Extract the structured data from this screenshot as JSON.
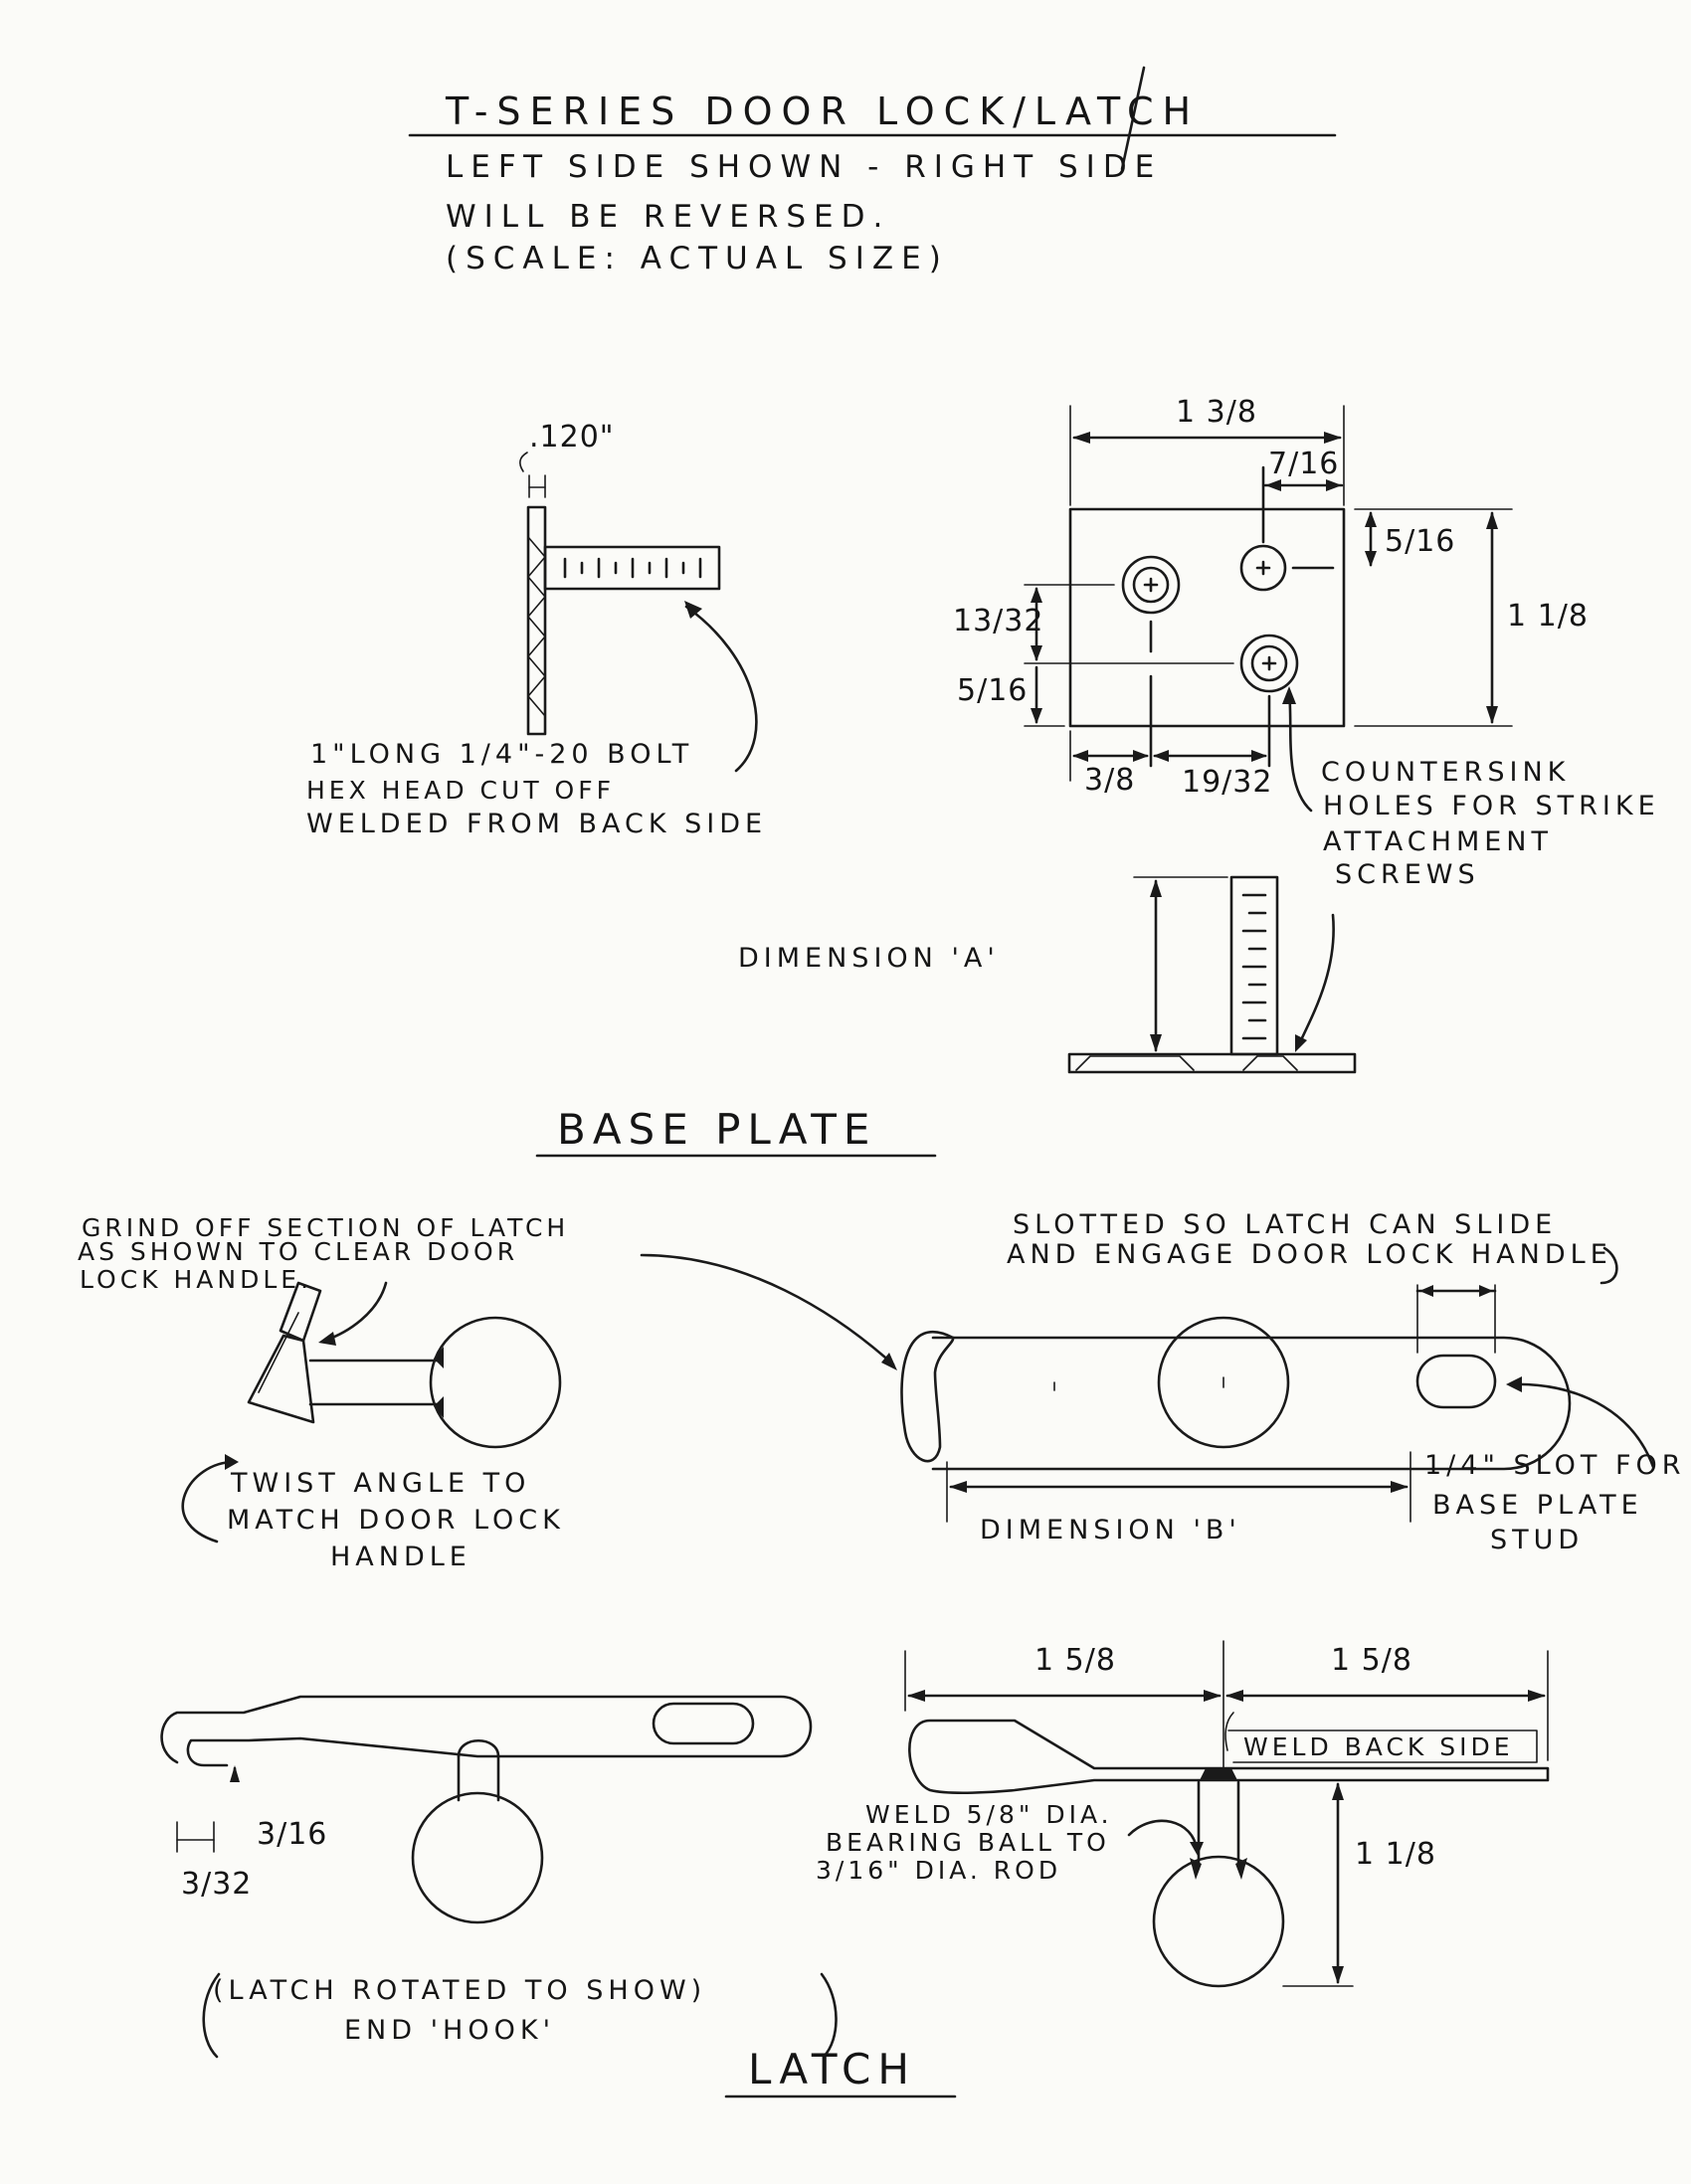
{
  "header": {
    "title": "T-SERIES DOOR LOCK/LATCH",
    "line1": "LEFT SIDE SHOWN - RIGHT SIDE",
    "line2": "WILL BE REVERSED.",
    "line3": "(SCALE: ACTUAL SIZE)"
  },
  "base_plate": {
    "section_title": "BASE PLATE",
    "thickness": ".120\"",
    "bolt_note": [
      "1\"LONG 1/4\"-20 BOLT",
      "HEX HEAD CUT OFF",
      "WELDED FROM BACK SIDE"
    ],
    "dim_width": "1 3/8",
    "dim_hole_offset": "7/16",
    "dim_top_offset": "5/16",
    "dim_height": "1 1/8",
    "dim_left_vertical_1": "13/32",
    "dim_left_vertical_2": "5/16",
    "dim_bottom_1": "3/8",
    "dim_bottom_2": "19/32",
    "countersink_note": [
      "COUNTERSINK",
      "HOLES FOR STRIKE",
      "ATTACHMENT",
      "SCREWS"
    ],
    "dimension_a": "DIMENSION 'A'"
  },
  "latch": {
    "section_title": "LATCH",
    "grind_note": [
      "GRIND OFF SECTION OF LATCH",
      "AS SHOWN TO CLEAR DOOR",
      "LOCK HANDLE."
    ],
    "twist_note": [
      "TWIST ANGLE TO",
      "MATCH DOOR LOCK",
      "HANDLE"
    ],
    "slotted_note": [
      "SLOTTED SO LATCH CAN SLIDE",
      "AND ENGAGE DOOR LOCK HANDLE"
    ],
    "slot_note": [
      "1/4\" SLOT FOR",
      "BASE PLATE",
      "STUD"
    ],
    "dimension_b": "DIMENSION 'B'",
    "dim_hook_1": "3/16",
    "dim_hook_2": "3/32",
    "rotated_note": [
      "(LATCH ROTATED TO SHOW)",
      "END 'HOOK'"
    ],
    "dim_left_length": "1 5/8",
    "dim_right_length": "1 5/8",
    "weld_back_note": "WELD BACK SIDE",
    "weld_ball_note": [
      "WELD 5/8\" DIA.",
      "BEARING BALL TO",
      "3/16\" DIA. ROD"
    ],
    "dim_rod_height": "1 1/8"
  }
}
